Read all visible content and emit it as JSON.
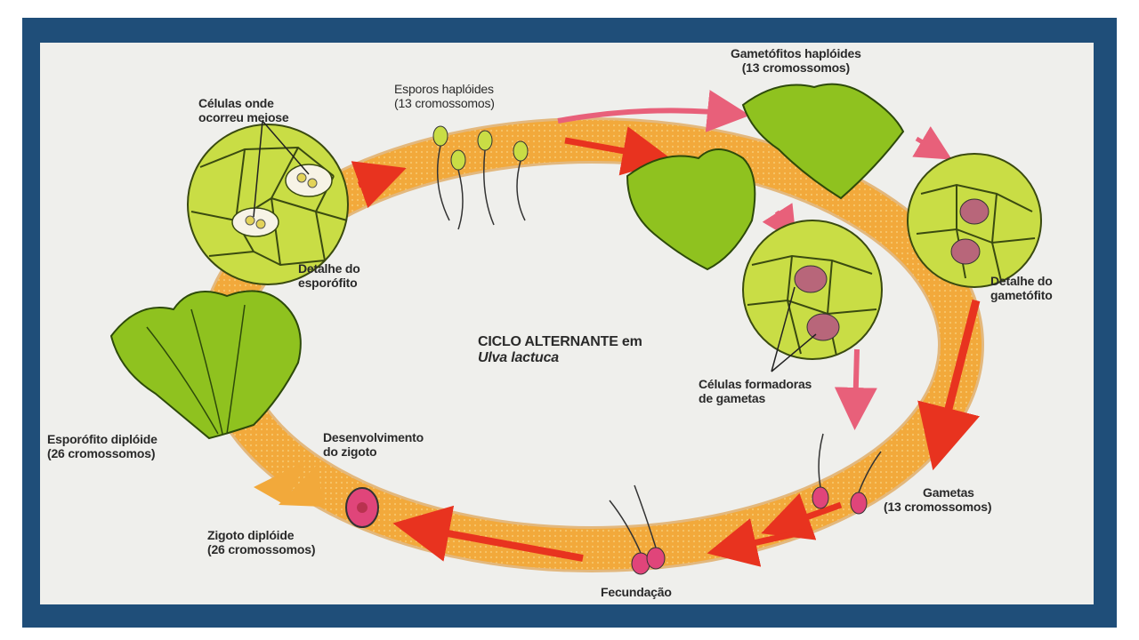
{
  "colors": {
    "frame": "#1f4e79",
    "background": "#efefec",
    "ring_orange": "#f2a93b",
    "arrow_red": "#e8331f",
    "arrow_pink": "#e8607a",
    "thallus_green": "#8fc21f",
    "cell_green": "#b9d43a",
    "zygote_pink": "#e0457a"
  },
  "diagram": {
    "title_line1": "CICLO ALTERNANTE em",
    "title_line2": "Ulva lactuca",
    "labels": {
      "celulas_meiose_1": "Células onde",
      "celulas_meiose_2": "ocorreu meiose",
      "esporos_1": "Esporos haplóides",
      "esporos_2": "(13 cromossomos)",
      "gametofitos_1": "Gametófitos haplóides",
      "gametofitos_2": "(13 cromossomos)",
      "detalhe_esporofito_1": "Detalhe do",
      "detalhe_esporofito_2": "esporófito",
      "detalhe_gametofito_1": "Detalhe do",
      "detalhe_gametofito_2": "gametófito",
      "celulas_formadoras_1": "Células formadoras",
      "celulas_formadoras_2": "de gametas",
      "esporofito_1": "Esporófito diplóide",
      "esporofito_2": "(26 cromossomos)",
      "desenvolvimento_1": "Desenvolvimento",
      "desenvolvimento_2": "do zigoto",
      "zigoto_1": "Zigoto diplóide",
      "zigoto_2": "(26 cromossomos)",
      "gametas_1": "Gametas",
      "gametas_2": "(13 cromossomos)",
      "fecundacao": "Fecundação"
    }
  }
}
